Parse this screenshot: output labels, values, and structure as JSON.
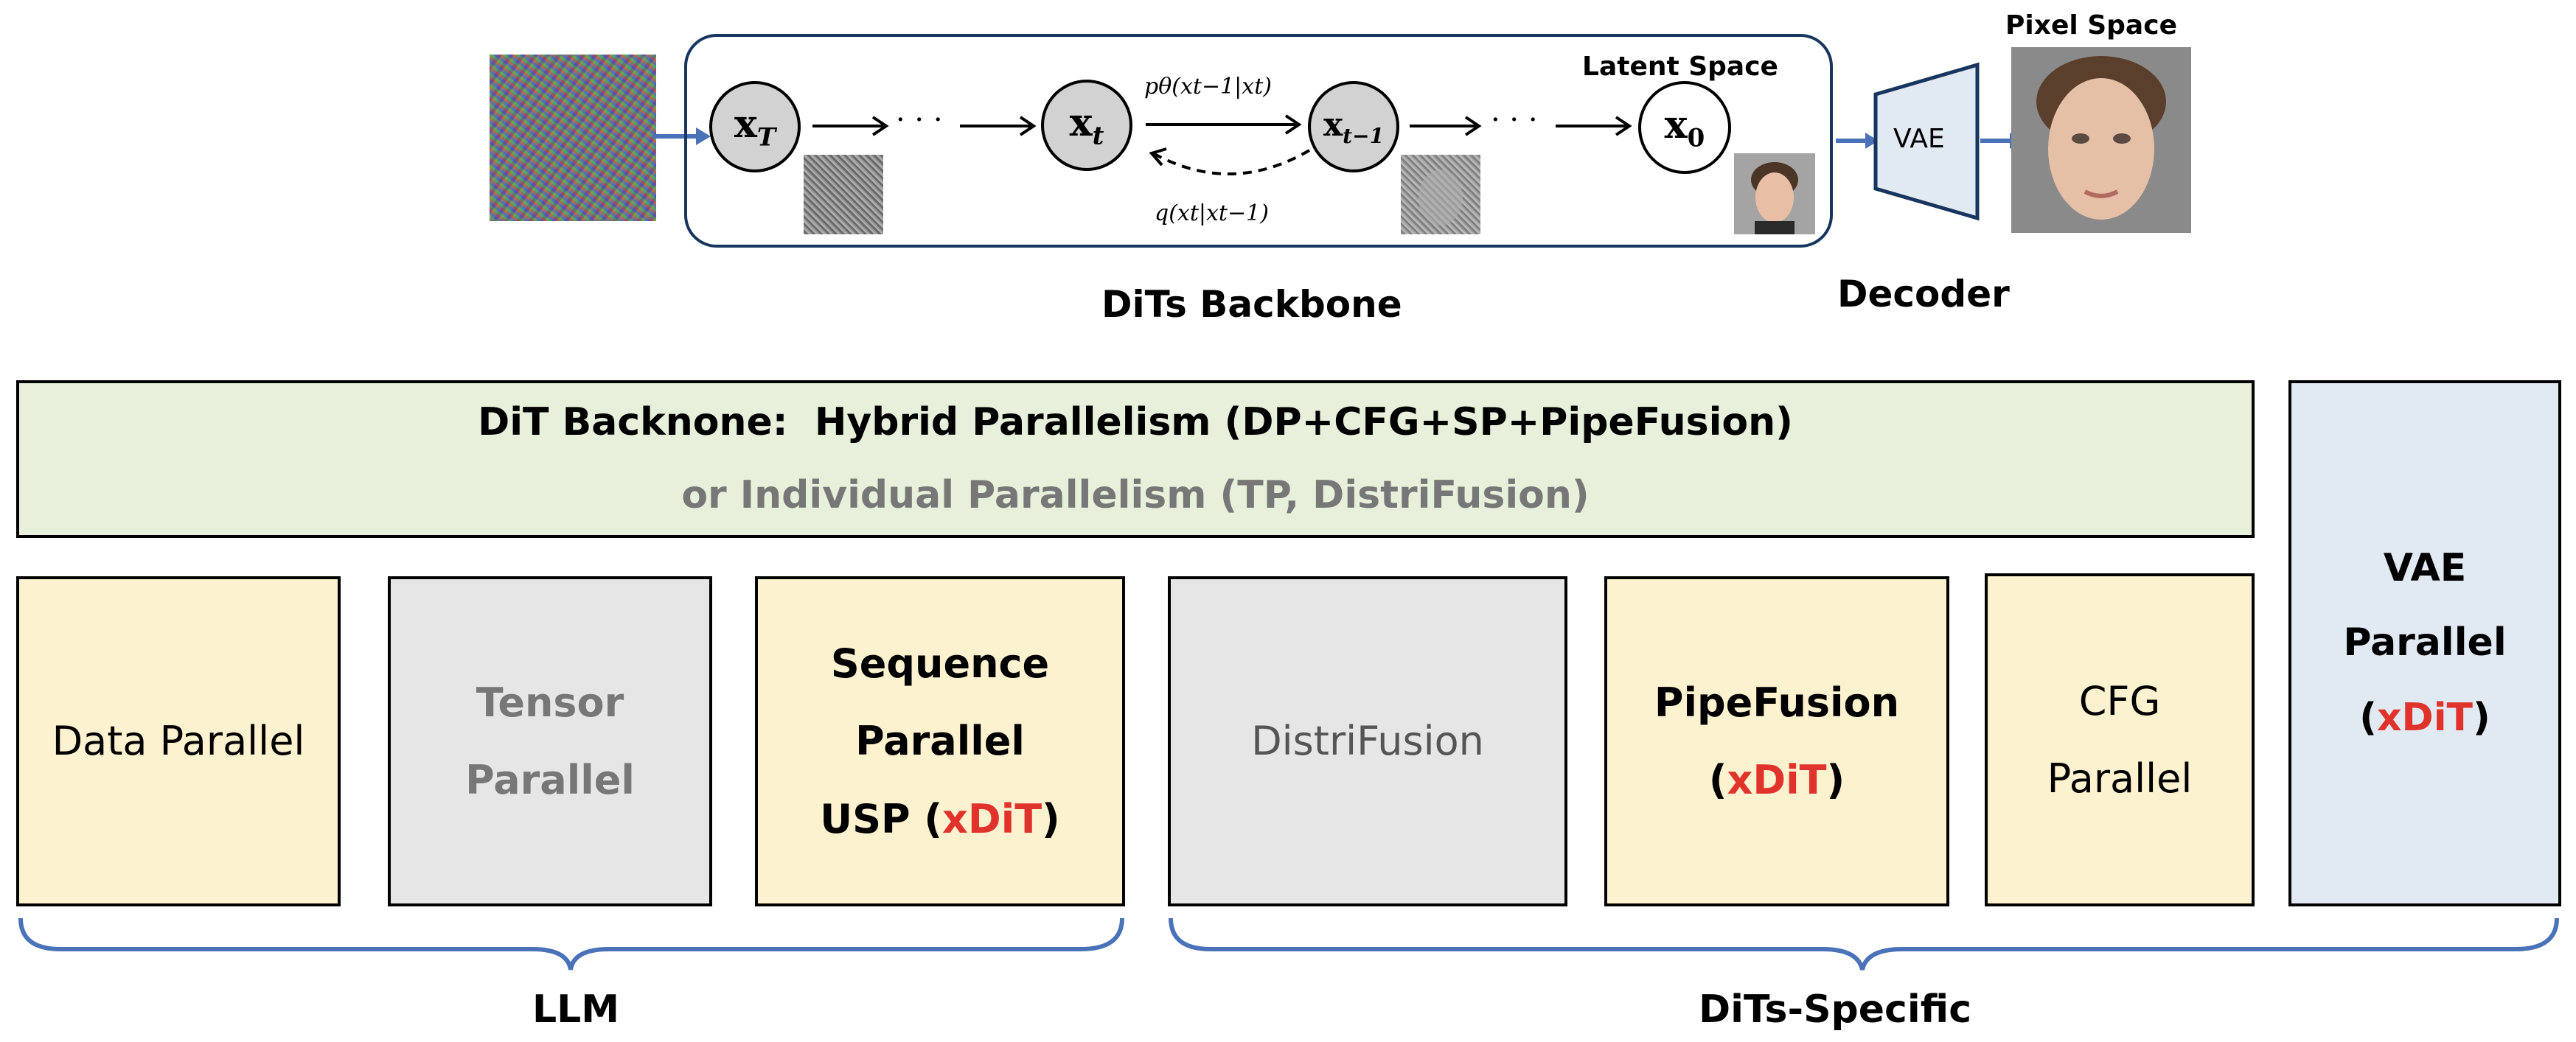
{
  "top": {
    "backbone_label": "DiTs Backbone",
    "decoder_label": "Decoder",
    "latent_space_label": "Latent Space",
    "pixel_space_label": "Pixel Space",
    "vae_label": "VAE",
    "nodes": {
      "xT": "x",
      "xT_sub": "T",
      "xt": "x",
      "xt_sub": "t",
      "xt1": "x",
      "xt1_sub": "t−1",
      "x0": "x",
      "x0_sub": "0"
    },
    "dots": "· · ·",
    "p_theta": "pθ(xt−1|xt)",
    "q_forward": "q(xt|xt−1)"
  },
  "green_bar": {
    "line1_bold": "DiT Backnone",
    "line1_sep": ":",
    "line1_rest": "Hybrid Parallelism (DP+CFG+SP+PipeFusion)",
    "line2": "or Individual Parallelism (TP, DistriFusion)"
  },
  "boxes": {
    "data_parallel": "Data Parallel",
    "tensor_line1": "Tensor",
    "tensor_line2": "Parallel",
    "seq_line1": "Sequence",
    "seq_line2": "Parallel",
    "seq_line3_pre": "USP (",
    "seq_line3_red": "xDiT",
    "seq_line3_post": ")",
    "distrifusion": "DistriFusion",
    "pipefusion_line1": "PipeFusion",
    "pipefusion_pre": "(",
    "pipefusion_red": "xDiT",
    "pipefusion_post": ")",
    "cfg_line1": "CFG",
    "cfg_line2": "Parallel",
    "vae_line1": "VAE",
    "vae_line2": "Parallel",
    "vae_pre": "(",
    "vae_red": "xDiT",
    "vae_post": ")"
  },
  "groups": {
    "llm": "LLM",
    "dits_specific": "DiTs-Specific"
  },
  "colors": {
    "yellow": "#fcf2cf",
    "gray": "#e6e6e6",
    "green": "#e6f0da",
    "blue": "#e1e9f3",
    "accent_red": "#e0332b",
    "brace_blue": "#4a72b8"
  }
}
